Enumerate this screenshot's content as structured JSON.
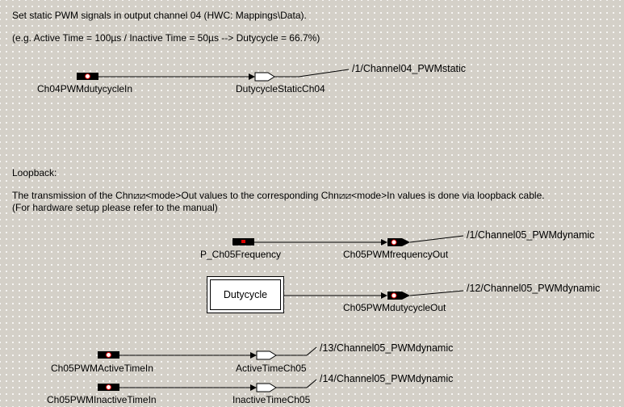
{
  "description": {
    "line1": "Set static PWM signals in output channel 04 (HWC: Mappings\\Data).",
    "line2": "(e.g. Active Time = 100µs / Inactive Time = 50µs  --> Dutycycle = 66.7%)",
    "loopback": "Loopback:",
    "loopback_line1": "The transmission of the Chn⧄⧄<mode>Out values to the corresponding Chn⧄⧄<mode>In  values is done via loopback cable.",
    "loopback_line2": "(For hardware setup please refer to the manual)"
  },
  "blocks": {
    "ch04_in": "Ch04PWMdutycycleIn",
    "ch04_out": "DutycycleStaticCh04",
    "ch04_path": "/1/Channel04_PWMstatic",
    "freq_param": "P_Ch05Frequency",
    "freq_out": "Ch05PWMfrequencyOut",
    "freq_path": "/1/Channel05_PWMdynamic",
    "dutycycle_sub": "Dutycycle",
    "duty_out": "Ch05PWMdutycycleOut",
    "duty_path": "/12/Channel05_PWMdynamic",
    "active_in": "Ch05PWMActiveTimeIn",
    "active_out": "ActiveTimeCh05",
    "active_path": "/13/Channel05_PWMdynamic",
    "inactive_in": "Ch05PWMInactiveTimeIn",
    "inactive_out": "InactiveTimeCh05",
    "inactive_path": "/14/Channel05_PWMdynamic"
  }
}
